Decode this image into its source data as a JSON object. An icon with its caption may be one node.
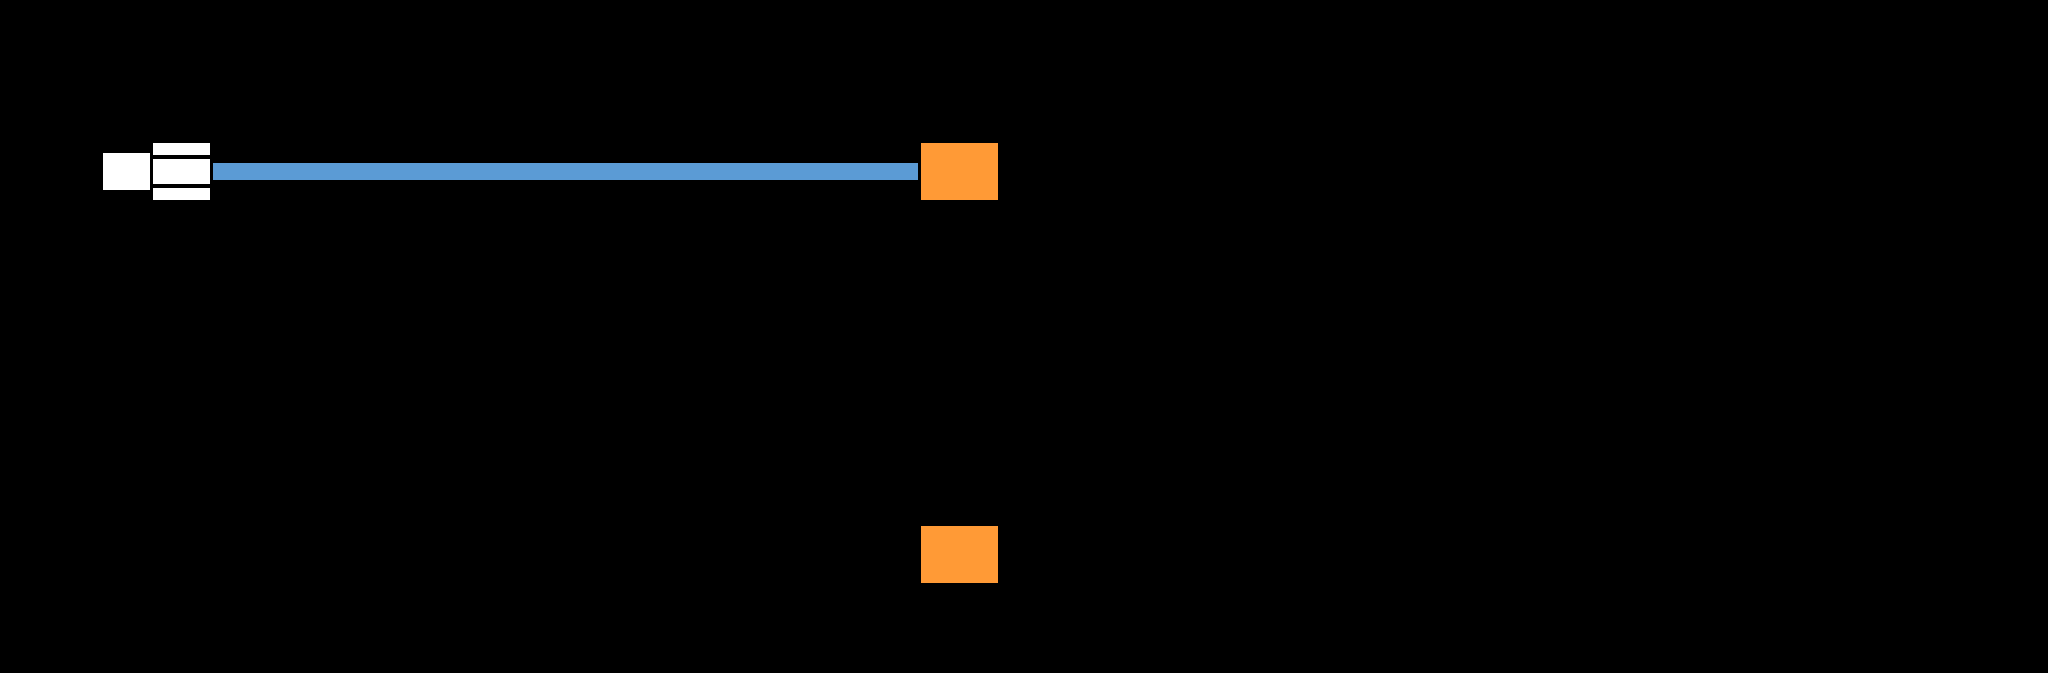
{
  "diagram": {
    "nodes": [
      {
        "text": [],
        "shape": "picture"
      },
      {
        "text": [],
        "shape": "box"
      },
      {
        "text": [],
        "shape": "box"
      }
    ],
    "edges": [
      {
        "from": 0,
        "to": 1,
        "arrow": "none",
        "color": "#5b9bd5"
      }
    ]
  }
}
